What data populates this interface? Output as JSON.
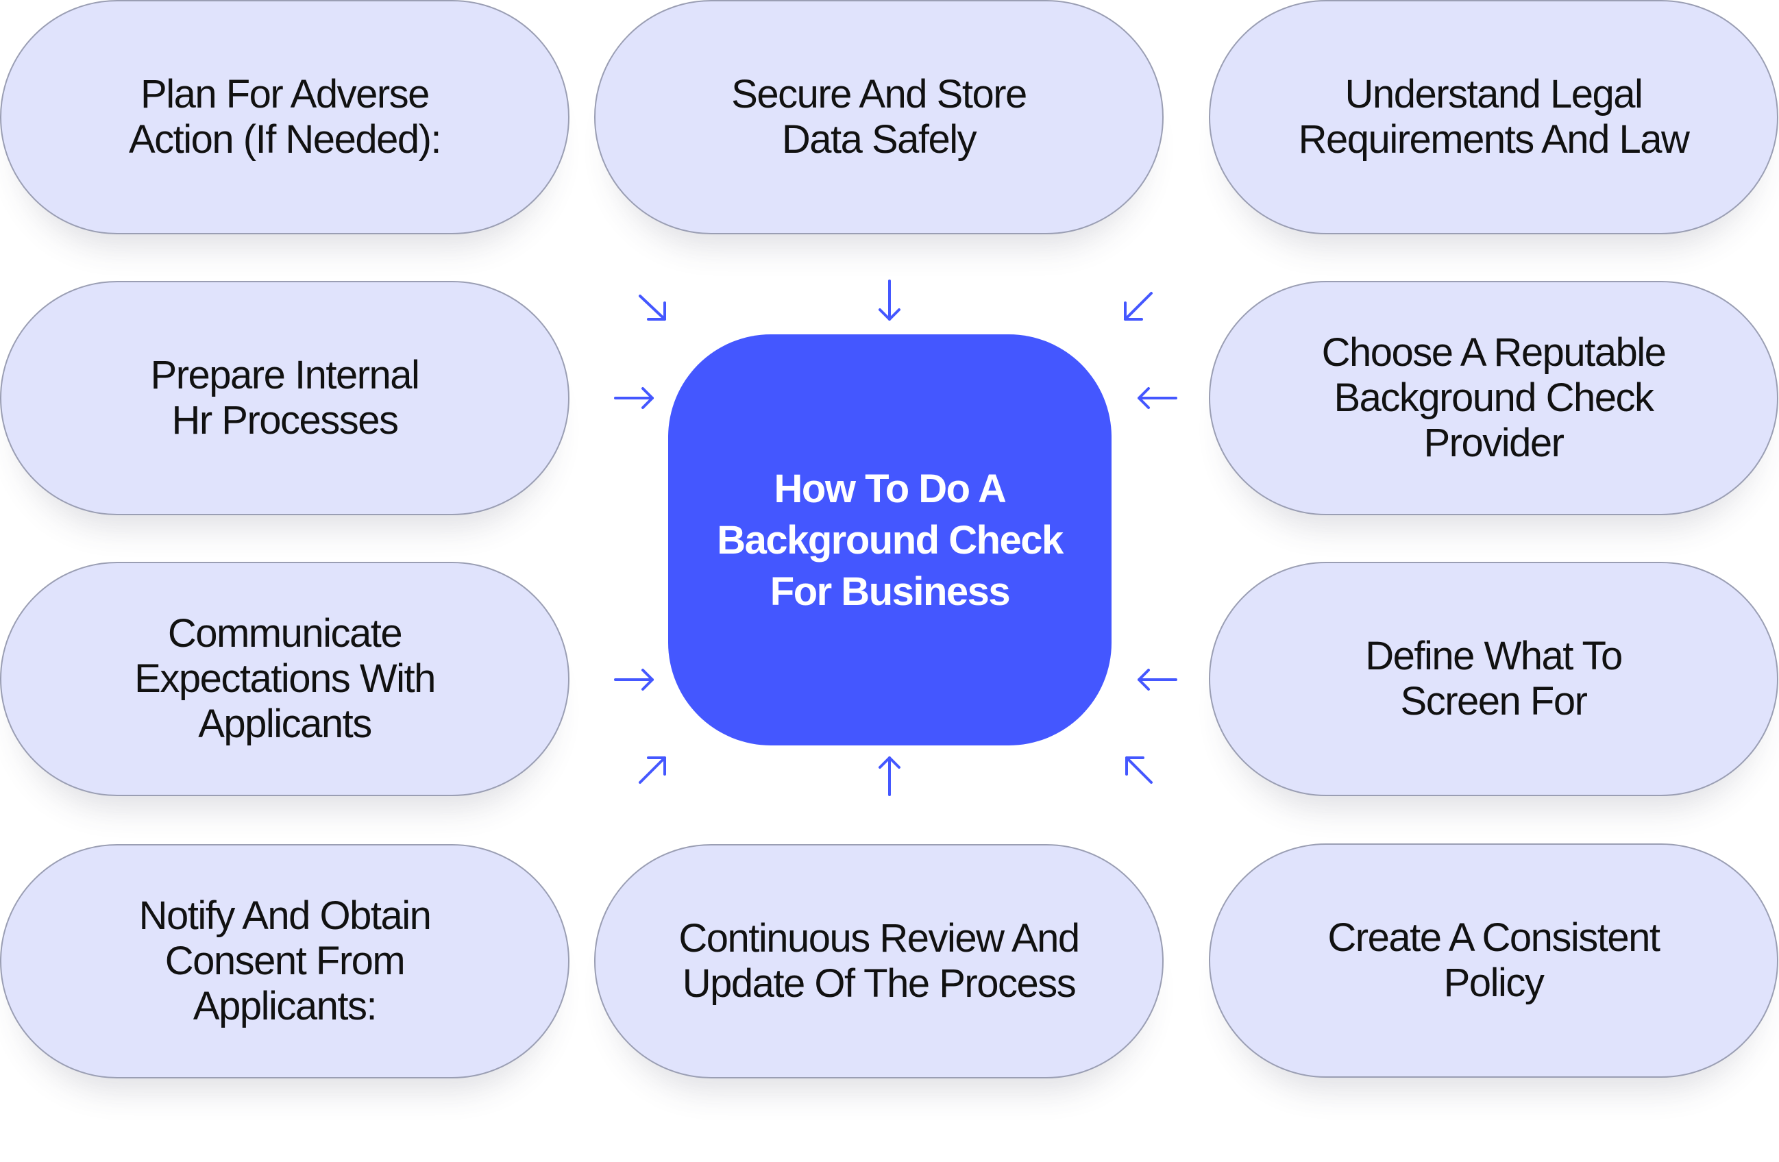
{
  "hub": {
    "title": "How To Do A\nBackground Check\nFor Business"
  },
  "steps": [
    {
      "label": "Plan For Adverse\nAction (If Needed):"
    },
    {
      "label": "Secure And Store\nData Safely"
    },
    {
      "label": "Understand Legal\nRequirements And Law"
    },
    {
      "label": "Prepare Internal\nHr Processes"
    },
    {
      "label": "Choose A Reputable\nBackground Check\nProvider"
    },
    {
      "label": "Communicate\nExpectations With\nApplicants"
    },
    {
      "label": "Define What To\nScreen For"
    },
    {
      "label": "Notify And Obtain\nConsent From\nApplicants:"
    },
    {
      "label": "Continuous Review And\nUpdate Of The Process"
    },
    {
      "label": "Create A Consistent\nPolicy"
    }
  ],
  "colors": {
    "pill_fill": "#e0e3fc",
    "pill_border": "#9a9eb3",
    "hub_fill": "#4457ff",
    "arrow": "#4457ff"
  }
}
